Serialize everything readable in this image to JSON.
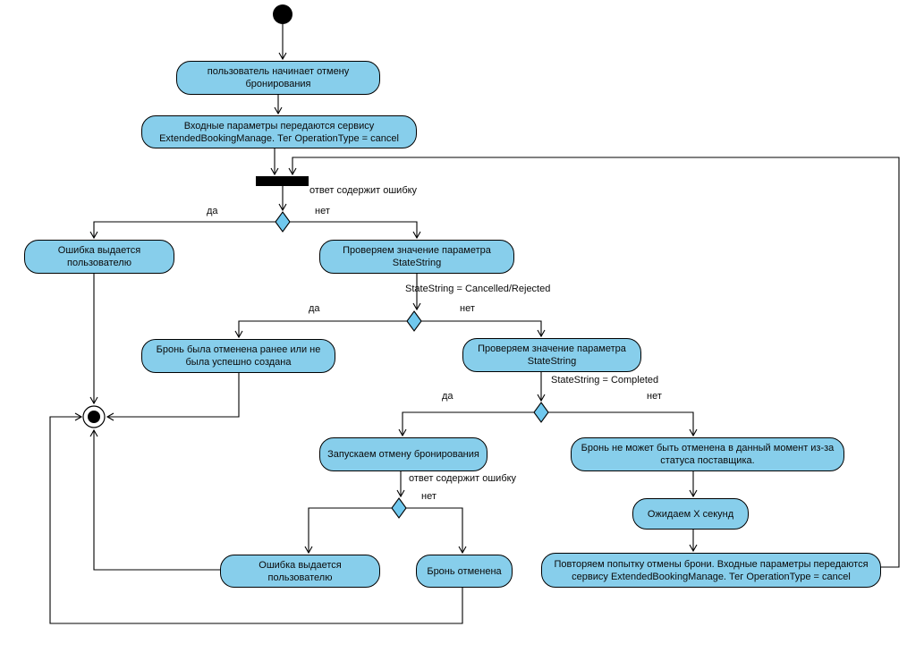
{
  "diagram": {
    "type": "uml-activity-diagram",
    "colors": {
      "activity_fill": "#87CEEB",
      "decision_fill": "#70C8EE",
      "border": "#000000",
      "text": "#0a0a0a",
      "background": "#ffffff"
    },
    "nodes": {
      "user_starts_cancel": "пользователь начинает отмену бронирования",
      "send_params": "Входные параметры передаются сервису ExtendedBookingManage. Тег OperationType = cancel",
      "error_shown_top": "Ошибка выдается пользователю",
      "check_statestring_1": "Проверяем значение параметра StateString",
      "cancelled_earlier": "Бронь была отменена ранее или не была успешно создана",
      "check_statestring_2": "Проверяем значение параметра StateString",
      "start_cancellation": "Запускаем отмену бронирования",
      "cannot_cancel_now": "Бронь не может быть отменена в данный момент из-за статуса поставщика.",
      "wait_x_seconds": "Ожидаем X секунд",
      "retry_cancel": "Повторяем попытку отмены брони.  Входные параметры передаются сервису ExtendedBookingManage.  Тег OperationType = cancel",
      "error_shown_bottom": "Ошибка выдается пользователю",
      "booking_cancelled": "Бронь отменена"
    },
    "labels": {
      "response_error_1": "ответ содержит ошибку",
      "yes_1": "да",
      "no_1": "нет",
      "statestring_cancelled": "StateString = Cancelled/Rejected",
      "yes_2": "да",
      "no_2": "нет",
      "statestring_completed": "StateString = Completed",
      "yes_3": "да",
      "no_3": "нет",
      "response_error_2": "ответ содержит ошибку",
      "no_4": "нет"
    }
  }
}
